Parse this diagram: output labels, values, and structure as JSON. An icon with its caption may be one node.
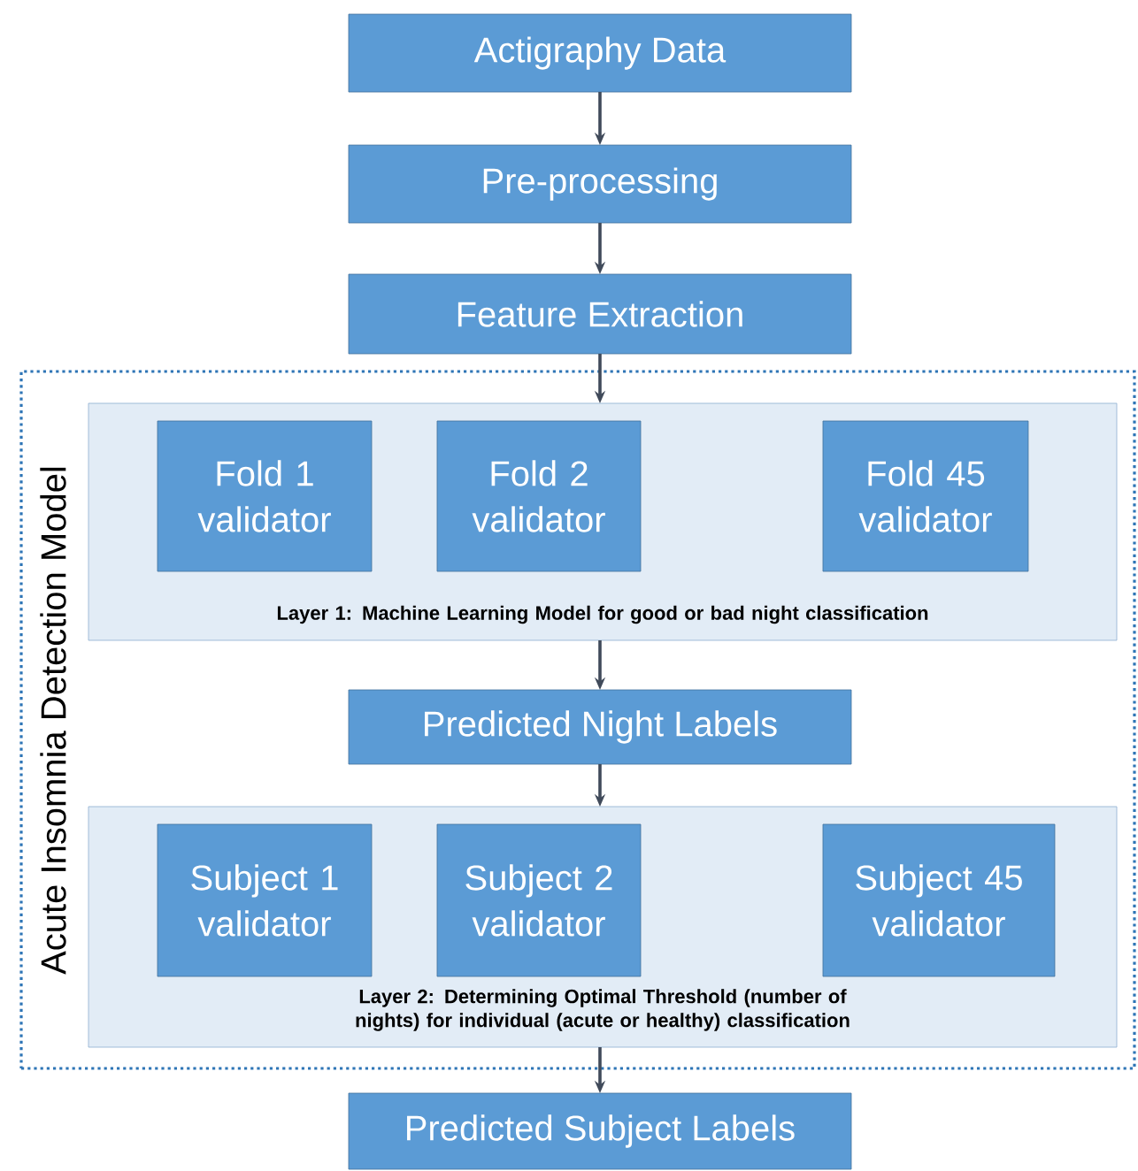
{
  "diagram": {
    "nodes": [
      {
        "text": [
          "Actigraphy Data"
        ]
      },
      {
        "text": [
          "Pre-processing"
        ]
      },
      {
        "text": [
          "Feature Extraction"
        ]
      },
      {
        "text": [
          "Acute Insomnia Detection Model"
        ]
      },
      {
        "text": [
          "Layer 1: Machine Learning Model for good or bad night classification"
        ],
        "in": 3
      },
      {
        "text": [
          "Fold 1 validator"
        ],
        "in": 4
      },
      {
        "text": [
          "Fold 2 validator"
        ],
        "in": 4
      },
      {
        "text": [
          "Fold 45 validator"
        ],
        "in": 4
      },
      {
        "text": [
          "Predicted Night Labels"
        ],
        "in": 3
      },
      {
        "text": [
          "Layer 2: Determining Optimal Threshold (number of nights) for individual (acute or healthy) classification"
        ],
        "in": 3
      },
      {
        "text": [
          "Subject 1 validator"
        ],
        "in": 9
      },
      {
        "text": [
          "Subject 2 validator"
        ],
        "in": 9
      },
      {
        "text": [
          "Subject 45 validator"
        ],
        "in": 9
      },
      {
        "text": [
          "Predicted Subject Labels"
        ]
      }
    ],
    "edges": [
      {
        "from": 0,
        "to": 1,
        "arrow": "to"
      },
      {
        "from": 1,
        "to": 2,
        "arrow": "to"
      },
      {
        "from": 2,
        "to": 4,
        "arrow": "to"
      },
      {
        "from": 4,
        "to": 8,
        "arrow": "to"
      },
      {
        "from": 8,
        "to": 9,
        "arrow": "to"
      },
      {
        "from": 9,
        "to": 13,
        "arrow": "to"
      }
    ]
  }
}
